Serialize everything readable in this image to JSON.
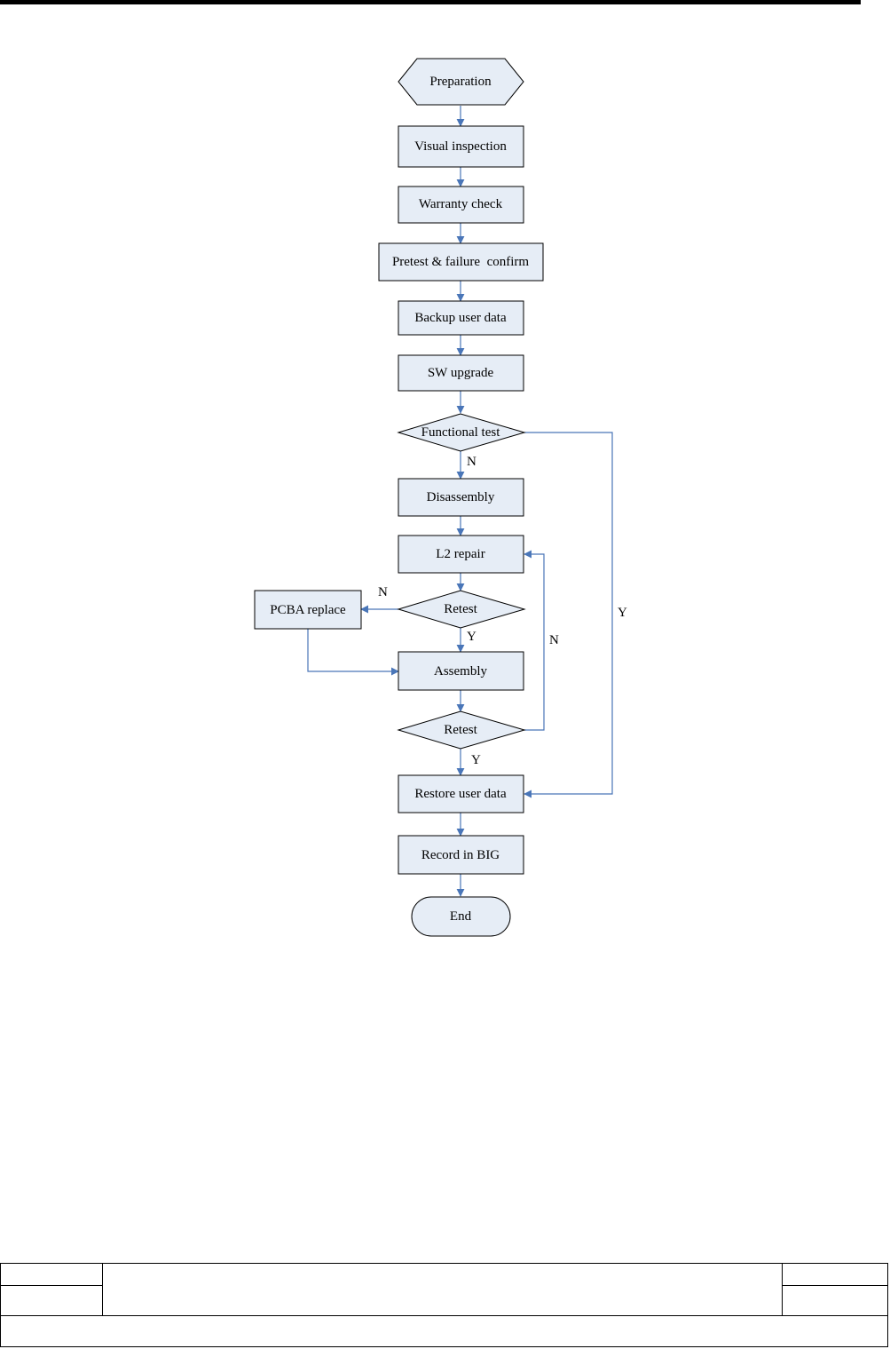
{
  "flowchart": {
    "nodes": {
      "preparation": "Preparation",
      "visual_inspection": "Visual inspection",
      "warranty_check": "Warranty check",
      "pretest": "Pretest & failure  confirm",
      "backup": "Backup user data",
      "sw_upgrade": "SW upgrade",
      "functional_test": "Functional test",
      "disassembly": "Disassembly",
      "l2_repair": "L2 repair",
      "retest_1": "Retest",
      "pcba_replace": "PCBA replace",
      "assembly": "Assembly",
      "retest_2": "Retest",
      "restore": "Restore user data",
      "record": "Record in BIG",
      "end": "End"
    },
    "edge_labels": {
      "functional_no": "N",
      "functional_yes": "Y",
      "retest1_no": "N",
      "retest1_yes": "Y",
      "retest2_no": "N",
      "retest2_yes": "Y"
    }
  },
  "colors": {
    "node_fill": "#e6edf6",
    "connector": "#4a76b8",
    "node_stroke": "#000000"
  }
}
